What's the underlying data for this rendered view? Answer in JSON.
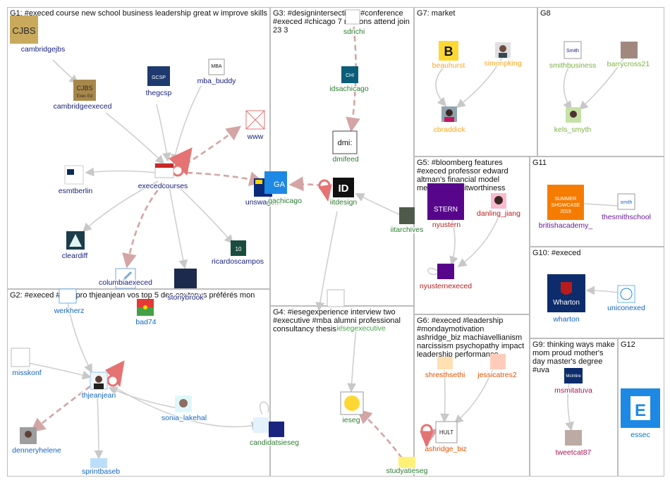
{
  "groups": [
    {
      "id": "G1",
      "title": "G1: #execed course new school business leadership great w improve skills"
    },
    {
      "id": "G2",
      "title": "G2: #execed #formpro thjeanjean vos top 5 des contenus préférés mon"
    },
    {
      "id": "G3",
      "title": "G3: #designintersections #conference #execed #chicago 7 reasons attend join 23 3"
    },
    {
      "id": "G4",
      "title": "G4: #iesegexperience interview two #executive #mba alumni professional consultancy thesis des"
    },
    {
      "id": "G5",
      "title": "G5: #bloomberg features #execed professor edward altman's financial model measure creditworthiness"
    },
    {
      "id": "G6",
      "title": "G6: #execed #leadership #mondaymotivation ashridge_biz machiavellianism narcissism psychopathy impact leadership performance"
    },
    {
      "id": "G7",
      "title": "G7: market"
    },
    {
      "id": "G8",
      "title": "G8"
    },
    {
      "id": "G9",
      "title": "G9: thinking ways make mom proud mother's day master's degree #uva"
    },
    {
      "id": "G10",
      "title": "G10: #execed"
    },
    {
      "id": "G11",
      "title": "G11"
    },
    {
      "id": "G12",
      "title": "G12"
    }
  ],
  "nodes": [
    {
      "id": "cambridgejbs",
      "label": "cambridgejbs",
      "color": "#1a237e",
      "icon": "cjbs-logo"
    },
    {
      "id": "cambridgeexeced",
      "label": "cambridgeexeced",
      "color": "#1a237e",
      "icon": "cjbs-exec-ed-logo"
    },
    {
      "id": "thegcsp",
      "label": "thegcsp",
      "color": "#1a237e",
      "icon": "gcsp-logo"
    },
    {
      "id": "mba_buddy",
      "label": "mba_buddy",
      "color": "#1a237e",
      "icon": "mba-logo"
    },
    {
      "id": "www",
      "label": "www",
      "color": "#1a237e",
      "icon": "broken-image-icon"
    },
    {
      "id": "execedcourses",
      "label": "execedcourses",
      "color": "#1a237e",
      "icon": "execed-logo"
    },
    {
      "id": "esmtberlin",
      "label": "esmtberlin",
      "color": "#1a237e",
      "icon": "esmt-logo"
    },
    {
      "id": "cleardiff",
      "label": "cleardiff",
      "color": "#1a237e",
      "icon": "cleardiff-logo"
    },
    {
      "id": "ricardoscampos",
      "label": "ricardoscampos",
      "color": "#1a237e",
      "icon": "ricardo-avatar"
    },
    {
      "id": "columbiaexeced",
      "label": "columbiaexeced",
      "color": "#1a237e",
      "icon": "columbia-logo"
    },
    {
      "id": "stonybrook",
      "label": "stonybrook",
      "color": "#1a237e",
      "icon": "university-logo"
    },
    {
      "id": "unswagsm",
      "label": "unswagsm",
      "color": "#1a237e",
      "icon": "unsw-logo"
    },
    {
      "id": "werkherz",
      "label": "werkherz",
      "color": "#1565c0",
      "icon": "werkherz-logo"
    },
    {
      "id": "bad74",
      "label": "bad74",
      "color": "#1565c0",
      "icon": "flag-avatar"
    },
    {
      "id": "misskonf",
      "label": "misskonf",
      "color": "#1565c0",
      "icon": "misskonf-logo"
    },
    {
      "id": "thjeanjean",
      "label": "thjeanjean",
      "color": "#1565c0",
      "icon": "person-avatar"
    },
    {
      "id": "sonia_lakehal",
      "label": "sonia_lakehal",
      "color": "#1565c0",
      "icon": "person-avatar"
    },
    {
      "id": "denneryhelene",
      "label": "denneryhelene",
      "color": "#1565c0",
      "icon": "person-avatar"
    },
    {
      "id": "sprintbaseb",
      "label": "sprintbaseb",
      "color": "#1565c0",
      "icon": "sprint-logo"
    },
    {
      "id": "sdnchi",
      "label": "sdnchi",
      "color": "#2e7d32",
      "icon": "sdn-logo"
    },
    {
      "id": "idsachicago",
      "label": "idsachicago",
      "color": "#2e7d32",
      "icon": "idsa-logo"
    },
    {
      "id": "dmifeed",
      "label": "dmifeed",
      "color": "#2e7d32",
      "icon": "dmi-logo"
    },
    {
      "id": "iitdesign",
      "label": "iitdesign",
      "color": "#2e7d32",
      "icon": "id-logo"
    },
    {
      "id": "gachicago",
      "label": "gachicago",
      "color": "#2e7d32",
      "icon": "ga-logo"
    },
    {
      "id": "iitarchives",
      "label": "iitarchives",
      "color": "#2e7d32",
      "icon": "archive-photo"
    },
    {
      "id": "iesegexecutive",
      "label": "iesegexecutive",
      "color": "#43a047",
      "icon": "ieseg-exec-logo"
    },
    {
      "id": "ieseg",
      "label": "ieseg",
      "color": "#2e7d32",
      "icon": "ieseg-logo"
    },
    {
      "id": "candidatsieseg",
      "label": "candidatsieseg",
      "color": "#2e7d32",
      "icon": "ieseg-small-logo"
    },
    {
      "id": "studyatieseg",
      "label": "studyatieseg",
      "color": "#2e7d32",
      "icon": "study-logo"
    },
    {
      "id": "nyustern",
      "label": "nyustern",
      "color": "#b71c1c",
      "icon": "stern-logo"
    },
    {
      "id": "danling_jiang",
      "label": "danling_jiang",
      "color": "#b71c1c",
      "icon": "person-avatar"
    },
    {
      "id": "nyusternexeced",
      "label": "nyusternexeced",
      "color": "#b71c1c",
      "icon": "nyu-logo"
    },
    {
      "id": "shresthsethi",
      "label": "shresthsethi",
      "color": "#e65100",
      "icon": "person-avatar"
    },
    {
      "id": "jessicatres2",
      "label": "jessicatres2",
      "color": "#e65100",
      "icon": "person-avatar"
    },
    {
      "id": "ashridge_biz",
      "label": "ashridge_biz",
      "color": "#e65100",
      "icon": "hult-logo"
    },
    {
      "id": "beauhurst",
      "label": "beauhurst",
      "color": "#f9a825",
      "icon": "b-logo"
    },
    {
      "id": "simonpking",
      "label": "simonpking",
      "color": "#f9a825",
      "icon": "person-avatar"
    },
    {
      "id": "cbraddick",
      "label": "cbraddick",
      "color": "#f9a825",
      "icon": "person-avatar"
    },
    {
      "id": "smithbusiness",
      "label": "smithbusiness",
      "color": "#7cb342",
      "icon": "smith-logo"
    },
    {
      "id": "barrycross21",
      "label": "barrycross21",
      "color": "#7cb342",
      "icon": "person-avatar"
    },
    {
      "id": "kels_smyth",
      "label": "kels_smyth",
      "color": "#7cb342",
      "icon": "person-avatar"
    },
    {
      "id": "britishacademy_",
      "label": "britishacademy_",
      "color": "#6a1b9a",
      "icon": "summer-showcase-logo"
    },
    {
      "id": "thesmithschool",
      "label": "thesmithschool",
      "color": "#6a1b9a",
      "icon": "smith-school-logo"
    },
    {
      "id": "wharton",
      "label": "wharton",
      "color": "#1565c0",
      "icon": "wharton-logo"
    },
    {
      "id": "uniconexed",
      "label": "uniconexed",
      "color": "#1565c0",
      "icon": "unicon-logo"
    },
    {
      "id": "msmitatuva",
      "label": "msmitatuva",
      "color": "#ad1457",
      "icon": "uva-logo"
    },
    {
      "id": "tweetcat87",
      "label": "tweetcat87",
      "color": "#ad1457",
      "icon": "person-avatar"
    },
    {
      "id": "essec",
      "label": "essec",
      "color": "#0277bd",
      "icon": "essec-logo"
    }
  ]
}
